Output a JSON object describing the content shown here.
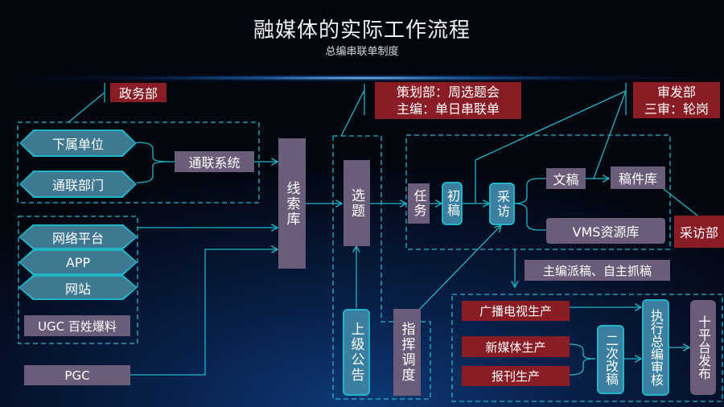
{
  "header": {
    "title": "融媒体的实际工作流程",
    "subtitle": "总编串联单制度"
  },
  "departments": {
    "government": "政务部",
    "planning_line1": "策划部：周选题会",
    "planning_line2": "主编：单日串联单",
    "review_line1": "审发部",
    "review_line2": "三审：轮岗",
    "interview": "采访部"
  },
  "sources": {
    "hex_top": [
      "下属单位",
      "通联部门"
    ],
    "liaison_system": "通联系统",
    "hex_bottom": [
      "网络平台",
      "APP",
      "网站"
    ],
    "ugc": "UGC 百姓爆料",
    "pgc": "PGC"
  },
  "process": {
    "clue_library": "线索库",
    "topic_selection": "选题",
    "superior_notice": "上级公告",
    "command_dispatch": "指挥调度",
    "task": "任务",
    "first_draft": "初稿",
    "interview": "采访",
    "manuscript": "文稿",
    "manuscript_library": "稿件库",
    "vms_library": "VMS资源库",
    "dispatch_note": "主编派稿、自主抓稿"
  },
  "production": {
    "broadcast_tv": "广播电视生产",
    "new_media": "新媒体生产",
    "newspaper": "报刊生产",
    "second_edit": "二次改稿",
    "executive_review": "执行总编审核",
    "publish": "十平台发布"
  },
  "colors": {
    "line": "#1fb6c8",
    "purple_box": "#6b5c7a",
    "teal_box": "#3a7fa0",
    "red_label": "#8a1c25"
  }
}
